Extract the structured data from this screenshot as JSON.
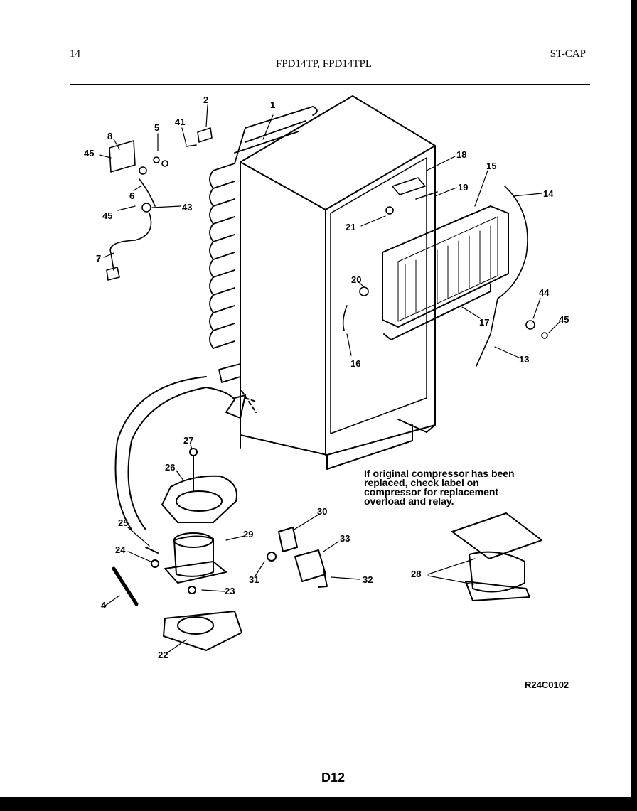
{
  "header": {
    "page_number": "14",
    "models": "FPD14TP, FPD14TPL",
    "section": "ST-CAP"
  },
  "callouts": [
    "1",
    "2",
    "41",
    "5",
    "8",
    "45",
    "6",
    "43",
    "45",
    "7",
    "18",
    "15",
    "14",
    "19",
    "21",
    "20",
    "16",
    "17",
    "44",
    "45",
    "13",
    "27",
    "26",
    "25",
    "24",
    "29",
    "30",
    "33",
    "31",
    "32",
    "28",
    "23",
    "4",
    "22"
  ],
  "note": "If original compressor has been replaced, check label on compressor for replacement overload and relay.",
  "drawing_id": "R24C0102",
  "page_code": "D12"
}
